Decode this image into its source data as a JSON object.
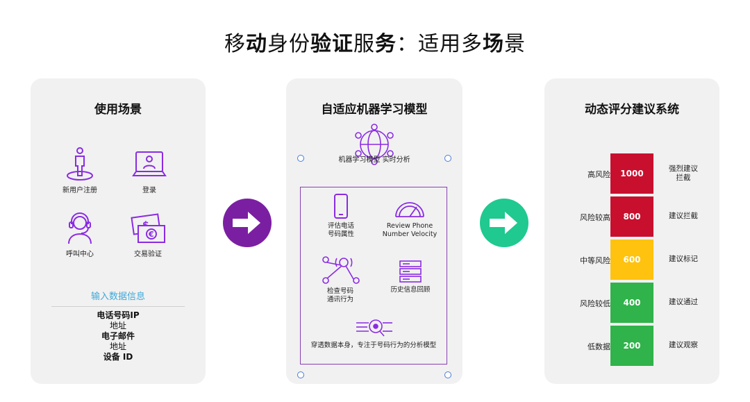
{
  "title": {
    "part1": "移",
    "part2": "动",
    "part3": "身份",
    "part4": "验证",
    "part5": "服",
    "part6": "务",
    "part7": "：适用多",
    "part8": "场",
    "part9": "景"
  },
  "card1": {
    "title": "使用场景",
    "scenes": [
      {
        "label": "新用户注册",
        "icon": "person-standing-icon"
      },
      {
        "label": "登录",
        "icon": "laptop-user-icon"
      },
      {
        "label": "呼叫中心",
        "icon": "headset-icon"
      },
      {
        "label": "交易验证",
        "icon": "money-icon"
      }
    ],
    "input_title": "输入数据信息",
    "inputs": [
      {
        "text": "电话号码IP",
        "bold": true
      },
      {
        "text": "地址",
        "bold": false
      },
      {
        "text": "电子邮件",
        "bold": true
      },
      {
        "text": "地址",
        "bold": false
      },
      {
        "text": "设备 ID",
        "bold": true
      }
    ]
  },
  "card2": {
    "title": "自适应机器学习模型",
    "ml_label": "机器学习模型 实时分析",
    "features": [
      {
        "line1": "评估电话",
        "line2": "号码属性",
        "icon": "phone-icon"
      },
      {
        "line1": "Review Phone",
        "line2": "Number Velocity",
        "icon": "gauge-icon"
      },
      {
        "line1": "检查号码",
        "line2": "通讯行为",
        "icon": "network-icon"
      },
      {
        "line1": "历史信息回顾",
        "line2": "",
        "icon": "server-icon"
      }
    ],
    "bottom_label": "穿透数据本身，专注于号码行为的分析模型"
  },
  "card3": {
    "title": "动态评分建议系统",
    "rows": [
      {
        "risk": "高风险",
        "score": "1000",
        "advice1": "强烈建议",
        "advice2": "拦截",
        "color": "#c8102e"
      },
      {
        "risk": "风险较高",
        "score": "800",
        "advice1": "建议拦截",
        "advice2": "",
        "color": "#c8102e"
      },
      {
        "risk": "中等风险",
        "score": "600",
        "advice1": "建议标记",
        "advice2": "",
        "color": "#ffc20e"
      },
      {
        "risk": "风险较低",
        "score": "400",
        "advice1": "建议通过",
        "advice2": "",
        "color": "#2fb34a"
      },
      {
        "risk": "低数据",
        "score": "200",
        "advice1": "建议观察",
        "advice2": "",
        "color": "#2fb34a"
      }
    ]
  },
  "colors": {
    "purple": "#7b1fa2",
    "green_arrow": "#1fc98f",
    "icon_purple": "#8a2be2",
    "accent_blue": "#3fa9d8"
  }
}
